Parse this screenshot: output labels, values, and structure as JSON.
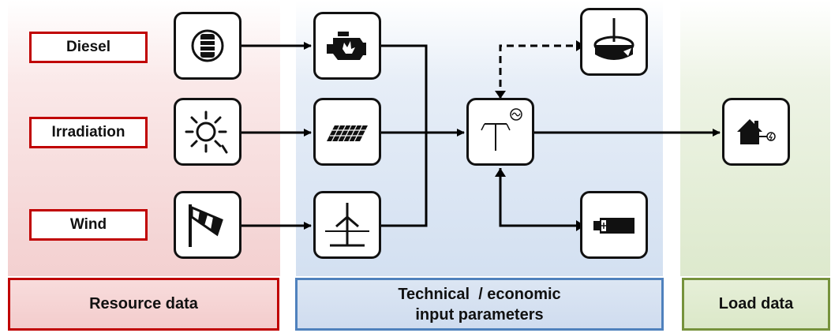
{
  "resources": [
    {
      "label": "Diesel"
    },
    {
      "label": "Irradiation"
    },
    {
      "label": "Wind"
    }
  ],
  "footers": {
    "resource": "Resource data",
    "technical_line1": "Technical  / economic",
    "technical_line2": "input parameters",
    "load": "Load data"
  },
  "icons": {
    "resource_icons": [
      "fuel-barrel-icon",
      "sun-icon",
      "windsock-icon"
    ],
    "component_icons": [
      "diesel-generator-icon",
      "solar-panel-icon",
      "wind-turbine-icon"
    ],
    "converter_icon": "inverter-icon",
    "grid_icon": "grid-sale-icon",
    "storage_icon": "battery-icon",
    "load_icon": "house-load-icon"
  },
  "colors": {
    "resource": "#c00000",
    "technical": "#4f81bd",
    "load": "#76923c",
    "lines": "#000000"
  }
}
